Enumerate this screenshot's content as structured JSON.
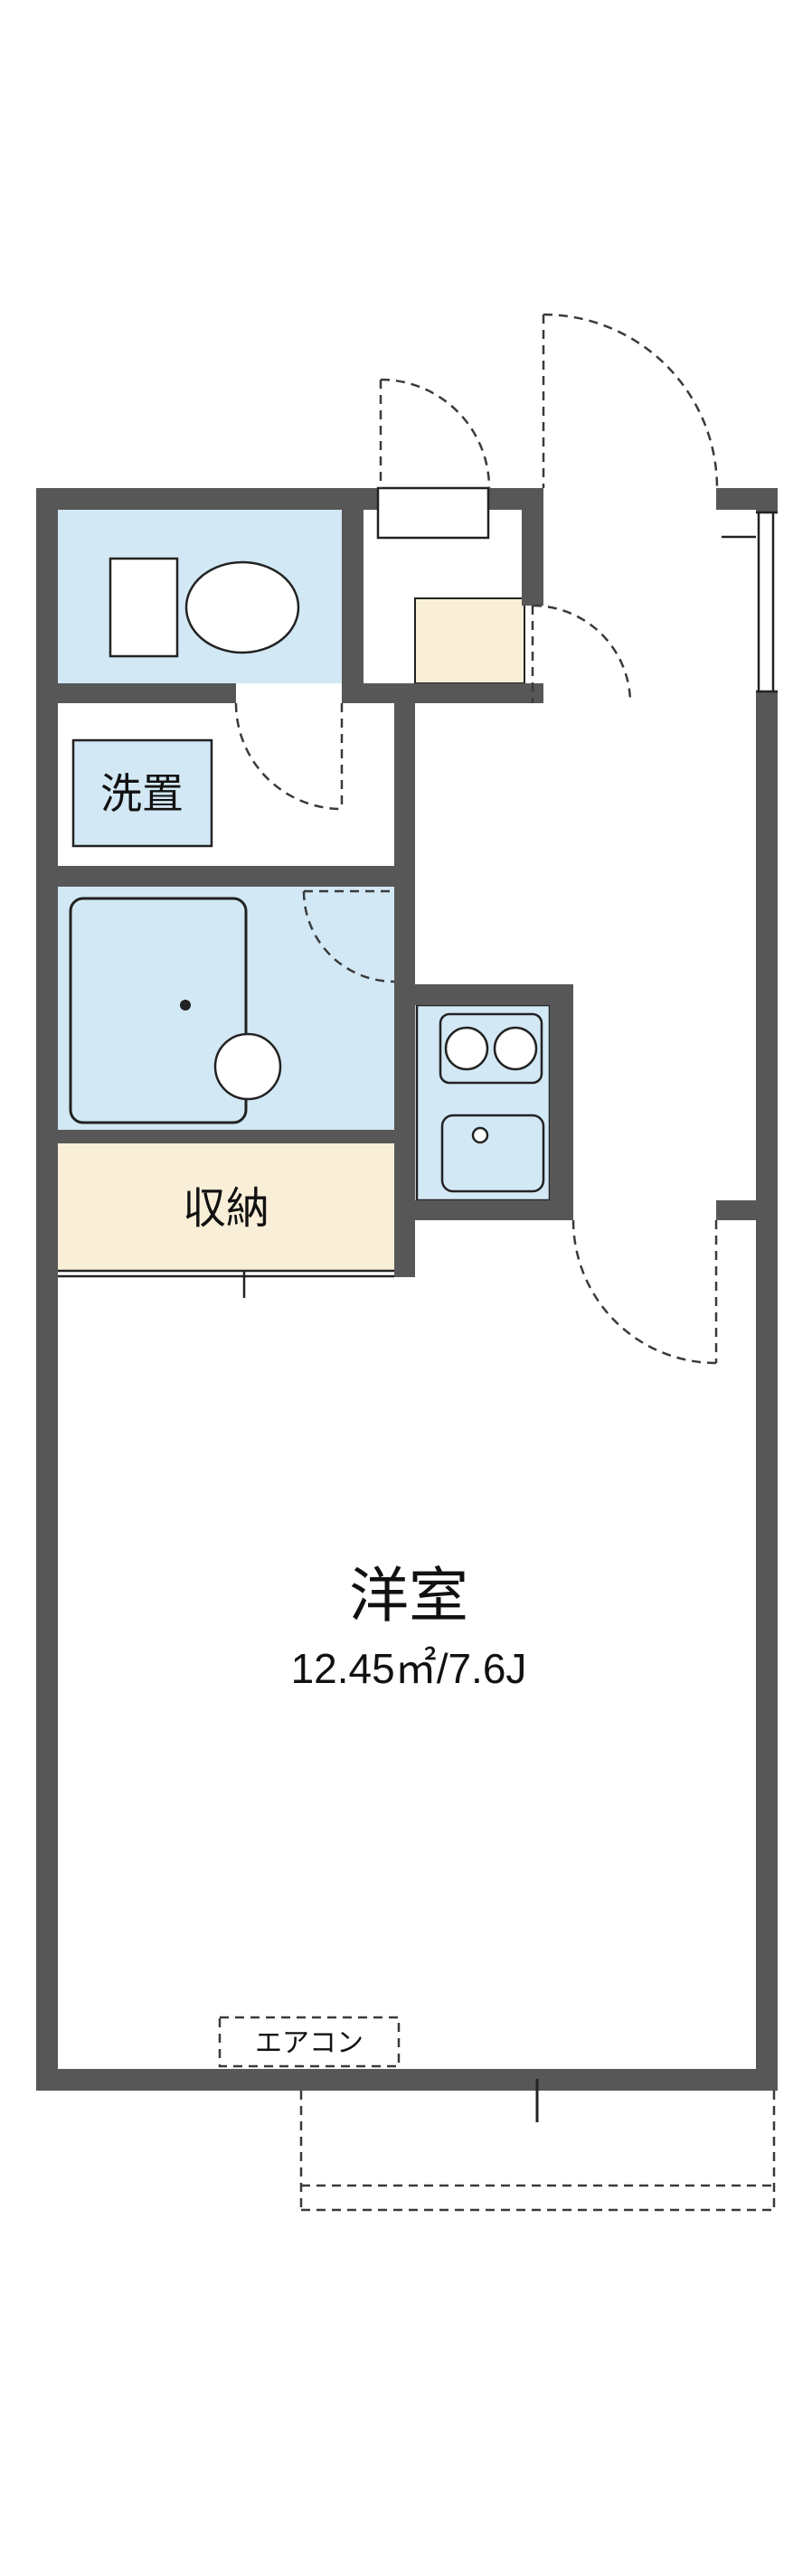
{
  "labels": {
    "washer_storage": "洗置",
    "closet": "収納",
    "main_room": "洋室",
    "main_room_area": "12.45㎡/7.6J",
    "air_conditioner": "エアコン"
  },
  "colors": {
    "wall": "#575757",
    "wet_area": "#d2e8f4",
    "storage_area": "#f9efd8",
    "line": "#222222",
    "dashed_line": "#3a3a3a",
    "background": "#ffffff"
  },
  "fixtures": {
    "toilet": "toilet-icon",
    "bathtub": "bathtub-icon",
    "stove": "stove-burners-icon",
    "sink": "kitchen-sink-icon",
    "shoe_cabinet": "shoe-cabinet-icon",
    "balcony": "balcony-dashed-outline"
  }
}
